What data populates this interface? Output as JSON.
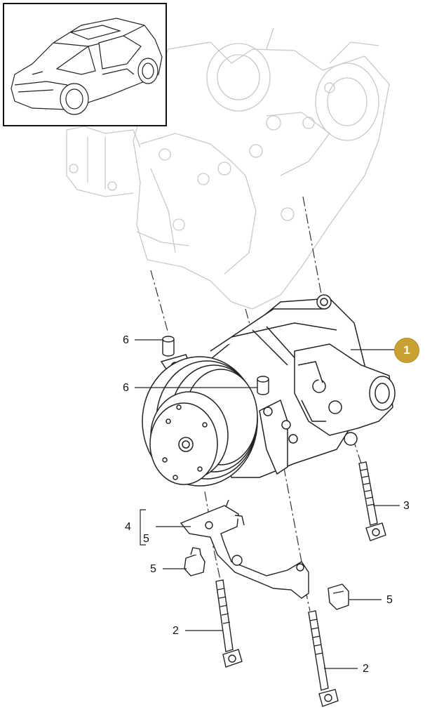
{
  "thumbnail": {
    "icon": "car-icon"
  },
  "callouts": {
    "part_1": "1",
    "part_2a": "2",
    "part_2b": "2",
    "part_3": "3",
    "part_4": "4",
    "part_5_bracket": "5",
    "part_5a": "5",
    "part_5b": "5",
    "part_6a": "6",
    "part_6b": "6"
  },
  "colors": {
    "accent_badge": "#c9a032",
    "engine_lines": "#c8c8c8",
    "part_lines": "#222222"
  }
}
